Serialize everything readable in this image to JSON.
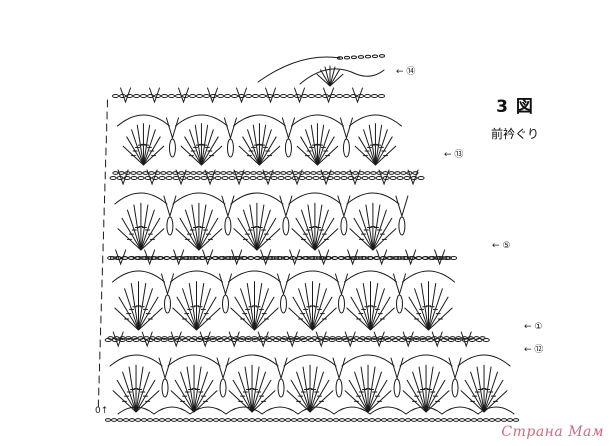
{
  "figure": {
    "title": "3 図",
    "subtitle": "前衿ぐり"
  },
  "row_markers": [
    {
      "text": "← ⑭",
      "id": "row-14"
    },
    {
      "text": "← ⑬",
      "id": "row-13"
    },
    {
      "text": "← ⑤",
      "id": "row-5"
    },
    {
      "text": "← ①",
      "id": "row-1"
    },
    {
      "text": "← ⑫",
      "id": "row-12"
    }
  ],
  "start_label": "0↑",
  "watermark": "Страна Мам",
  "colors": {
    "ink": "#1a1a1a",
    "watermark": "#d46b7a"
  }
}
